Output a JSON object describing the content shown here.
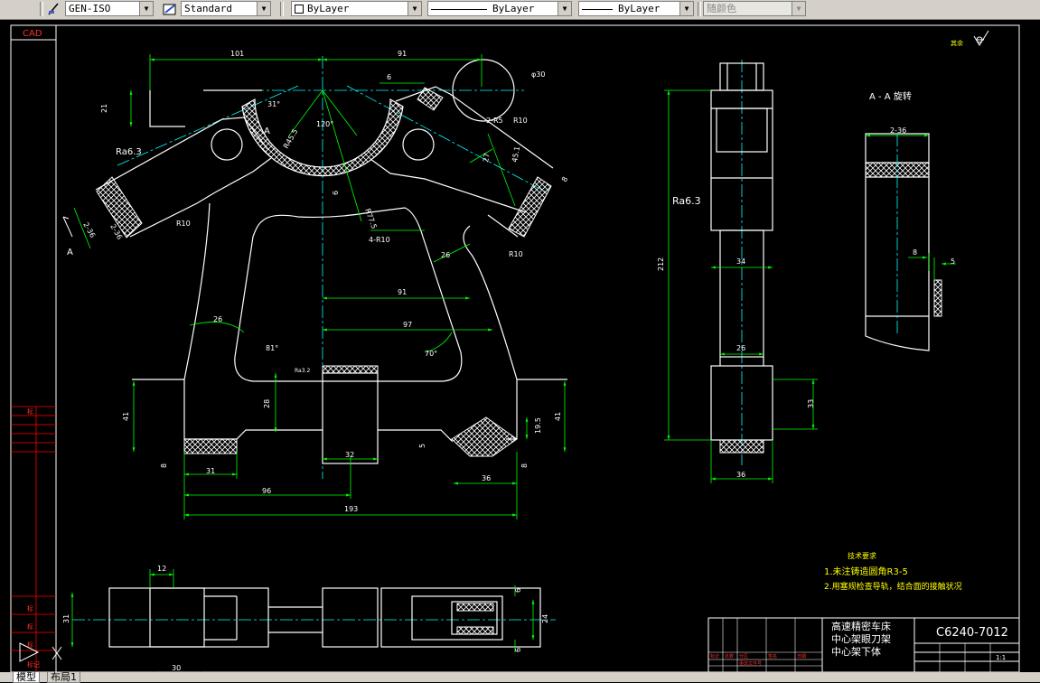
{
  "toolbar": {
    "dimstyle": "GEN-ISO",
    "textstyle": "Standard",
    "layer_color": "ByLayer",
    "linetype": "ByLayer",
    "lineweight": "ByLayer",
    "plotstyle": "随颜色"
  },
  "left_panel": {
    "cad_label": "CAD",
    "marks": [
      "标",
      "标",
      "标",
      "标",
      "标记"
    ]
  },
  "drawing": {
    "view_labels": {
      "section_title": "A - A 旋转",
      "arrow_a1": "A",
      "arrow_a2": "A"
    },
    "roughness": [
      "Ra6.3",
      "Ra6.3",
      "Ra3.2"
    ],
    "corner_note": "其余",
    "dims_main": {
      "d101": "101",
      "d91_top": "91",
      "d6_top": "6",
      "d30_phi": "φ30",
      "d21": "21",
      "d31": "31°",
      "r45": "R45.5",
      "a120": "120°",
      "r2_r5": "2-R5",
      "r10a": "R10",
      "d27": "27",
      "d451": "45.1",
      "d6b": "6",
      "r77": "R77.5",
      "r10b": "R10",
      "d4r10": "4-R10",
      "d26a": "26",
      "r10c": "R10",
      "d2_36": "2-36",
      "d2_36b": "2-36",
      "d91_mid": "91",
      "d97": "97",
      "d26b": "26",
      "a81": "81°",
      "a70": "70°",
      "d28": "28",
      "d41a": "41",
      "d41b": "41",
      "d195": "19.5",
      "d5": "5",
      "d8a": "8",
      "d8b": "8",
      "d31b": "31",
      "d32": "32",
      "d36": "36",
      "d96": "96",
      "d193": "193",
      "d8r": "8"
    },
    "dims_side": {
      "d212": "212",
      "d34": "34",
      "d26": "26",
      "d33": "33",
      "d36": "36"
    },
    "dims_section": {
      "d2_36": "2-36",
      "d8": "8",
      "d5": "5"
    },
    "dims_bottom": {
      "d12": "12",
      "d31": "31",
      "d30": "30",
      "d6a": "6",
      "d24": "24",
      "d6b": "6"
    },
    "tech_req": {
      "title": "技术要求",
      "line1": "1.未注铸造圆角R3-5",
      "line2": "2.用塞规检查导轨，结合面的接触状况"
    },
    "title_block": {
      "name1": "高速精密车床",
      "name2": "中心架眼刀架",
      "name3": "中心架下体",
      "drawing_no": "C6240-7012",
      "scale": "1:1",
      "small_marks": [
        "标记",
        "处数",
        "分区",
        "更改文件号",
        "签名",
        "日期"
      ]
    }
  },
  "tabs": {
    "model": "模型",
    "layout1": "布局1"
  },
  "colors": {
    "background": "#000000",
    "outline": "#ffffff",
    "dimension": "#00ff00",
    "centerline": "#00ffff",
    "text": "#ffffff",
    "note": "#ffff00",
    "hatch": "#ffffff",
    "red": "#ff0000"
  }
}
